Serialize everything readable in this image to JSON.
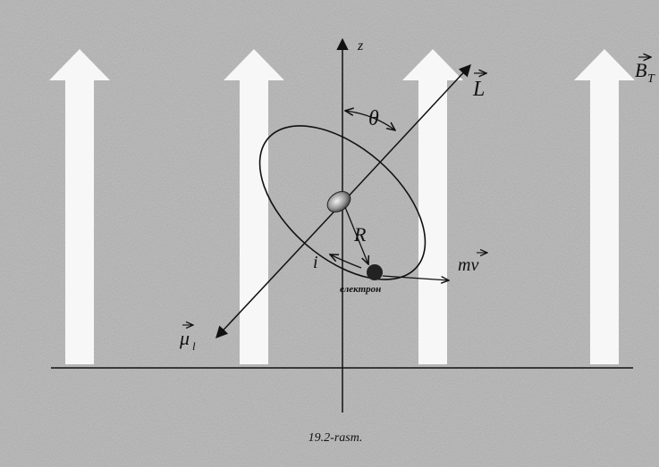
{
  "figure": {
    "caption": "19.2-rasm.",
    "labels": {
      "z_axis": "z",
      "field": "B",
      "field_sub": "T",
      "angular_momentum": "L",
      "angle": "θ",
      "radius": "R",
      "current": "i",
      "momentum": "mv",
      "electron": "електрон",
      "magnetic_moment": "μ",
      "magnetic_moment_sub": "l"
    },
    "colors": {
      "background": "#b3b3b3",
      "field_arrows": "#f7f7f7",
      "lines": "#111111"
    }
  }
}
